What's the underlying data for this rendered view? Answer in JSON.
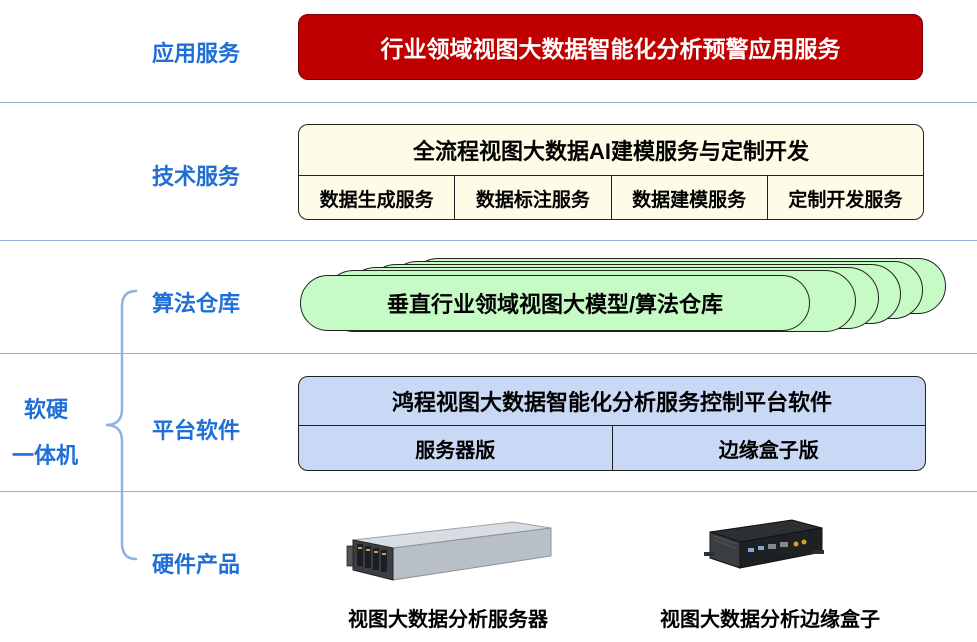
{
  "layers": {
    "application": {
      "label": "应用服务",
      "box": "行业领域视图大数据智能化分析预警应用服务"
    },
    "technical": {
      "label": "技术服务",
      "title": "全流程视图大数据AI建模服务与定制开发",
      "items": [
        "数据生成服务",
        "数据标注服务",
        "数据建模服务",
        "定制开发服务"
      ]
    },
    "algorithm": {
      "label": "算法仓库",
      "box": "垂直行业领域视图大模型/算法仓库"
    },
    "platform": {
      "label": "平台软件",
      "title": "鸿程视图大数据智能化分析服务控制平台软件",
      "items": [
        "服务器版",
        "边缘盒子版"
      ]
    },
    "hardware": {
      "label": "硬件产品",
      "products": [
        "视图大数据分析服务器",
        "视图大数据分析边缘盒子"
      ]
    }
  },
  "group": {
    "line1": "软硬",
    "line2": "一体机"
  },
  "colors": {
    "label_blue": "#1f6fd6",
    "app_red": "#c00000",
    "tech_cream": "#fefbe6",
    "algo_green": "#c6fbc6",
    "platform_blue": "#c9d8f5",
    "divider": "#8fb3e0"
  }
}
